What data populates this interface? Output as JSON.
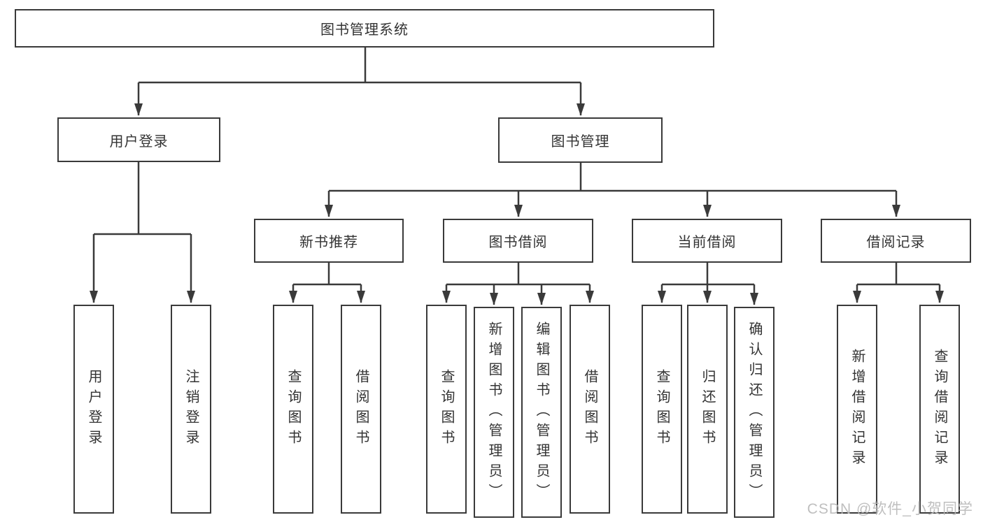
{
  "tree": {
    "root": {
      "label": "图书管理系统"
    },
    "level2": [
      {
        "label": "用户登录",
        "children": [
          {
            "label": "用户登录"
          },
          {
            "label": "注销登录"
          }
        ]
      },
      {
        "label": "图书管理",
        "children": [
          {
            "label": "新书推荐",
            "children": [
              {
                "label": "查询图书"
              },
              {
                "label": "借阅图书"
              }
            ]
          },
          {
            "label": "图书借阅",
            "children": [
              {
                "label": "查询图书"
              },
              {
                "label": "新增图书（管理员）"
              },
              {
                "label": "编辑图书（管理员）"
              },
              {
                "label": "借阅图书"
              }
            ]
          },
          {
            "label": "当前借阅",
            "children": [
              {
                "label": "查询图书"
              },
              {
                "label": "归还图书"
              },
              {
                "label": "确认归还（管理员）"
              }
            ]
          },
          {
            "label": "借阅记录",
            "children": [
              {
                "label": "新增借阅记录"
              },
              {
                "label": "查询借阅记录"
              }
            ]
          }
        ]
      }
    ]
  },
  "watermark": "CSDN @软件_小贺同学",
  "colors": {
    "line": "#3a3a3a",
    "text": "#333333",
    "watermark": "#b9b9b9",
    "background": "#ffffff"
  }
}
